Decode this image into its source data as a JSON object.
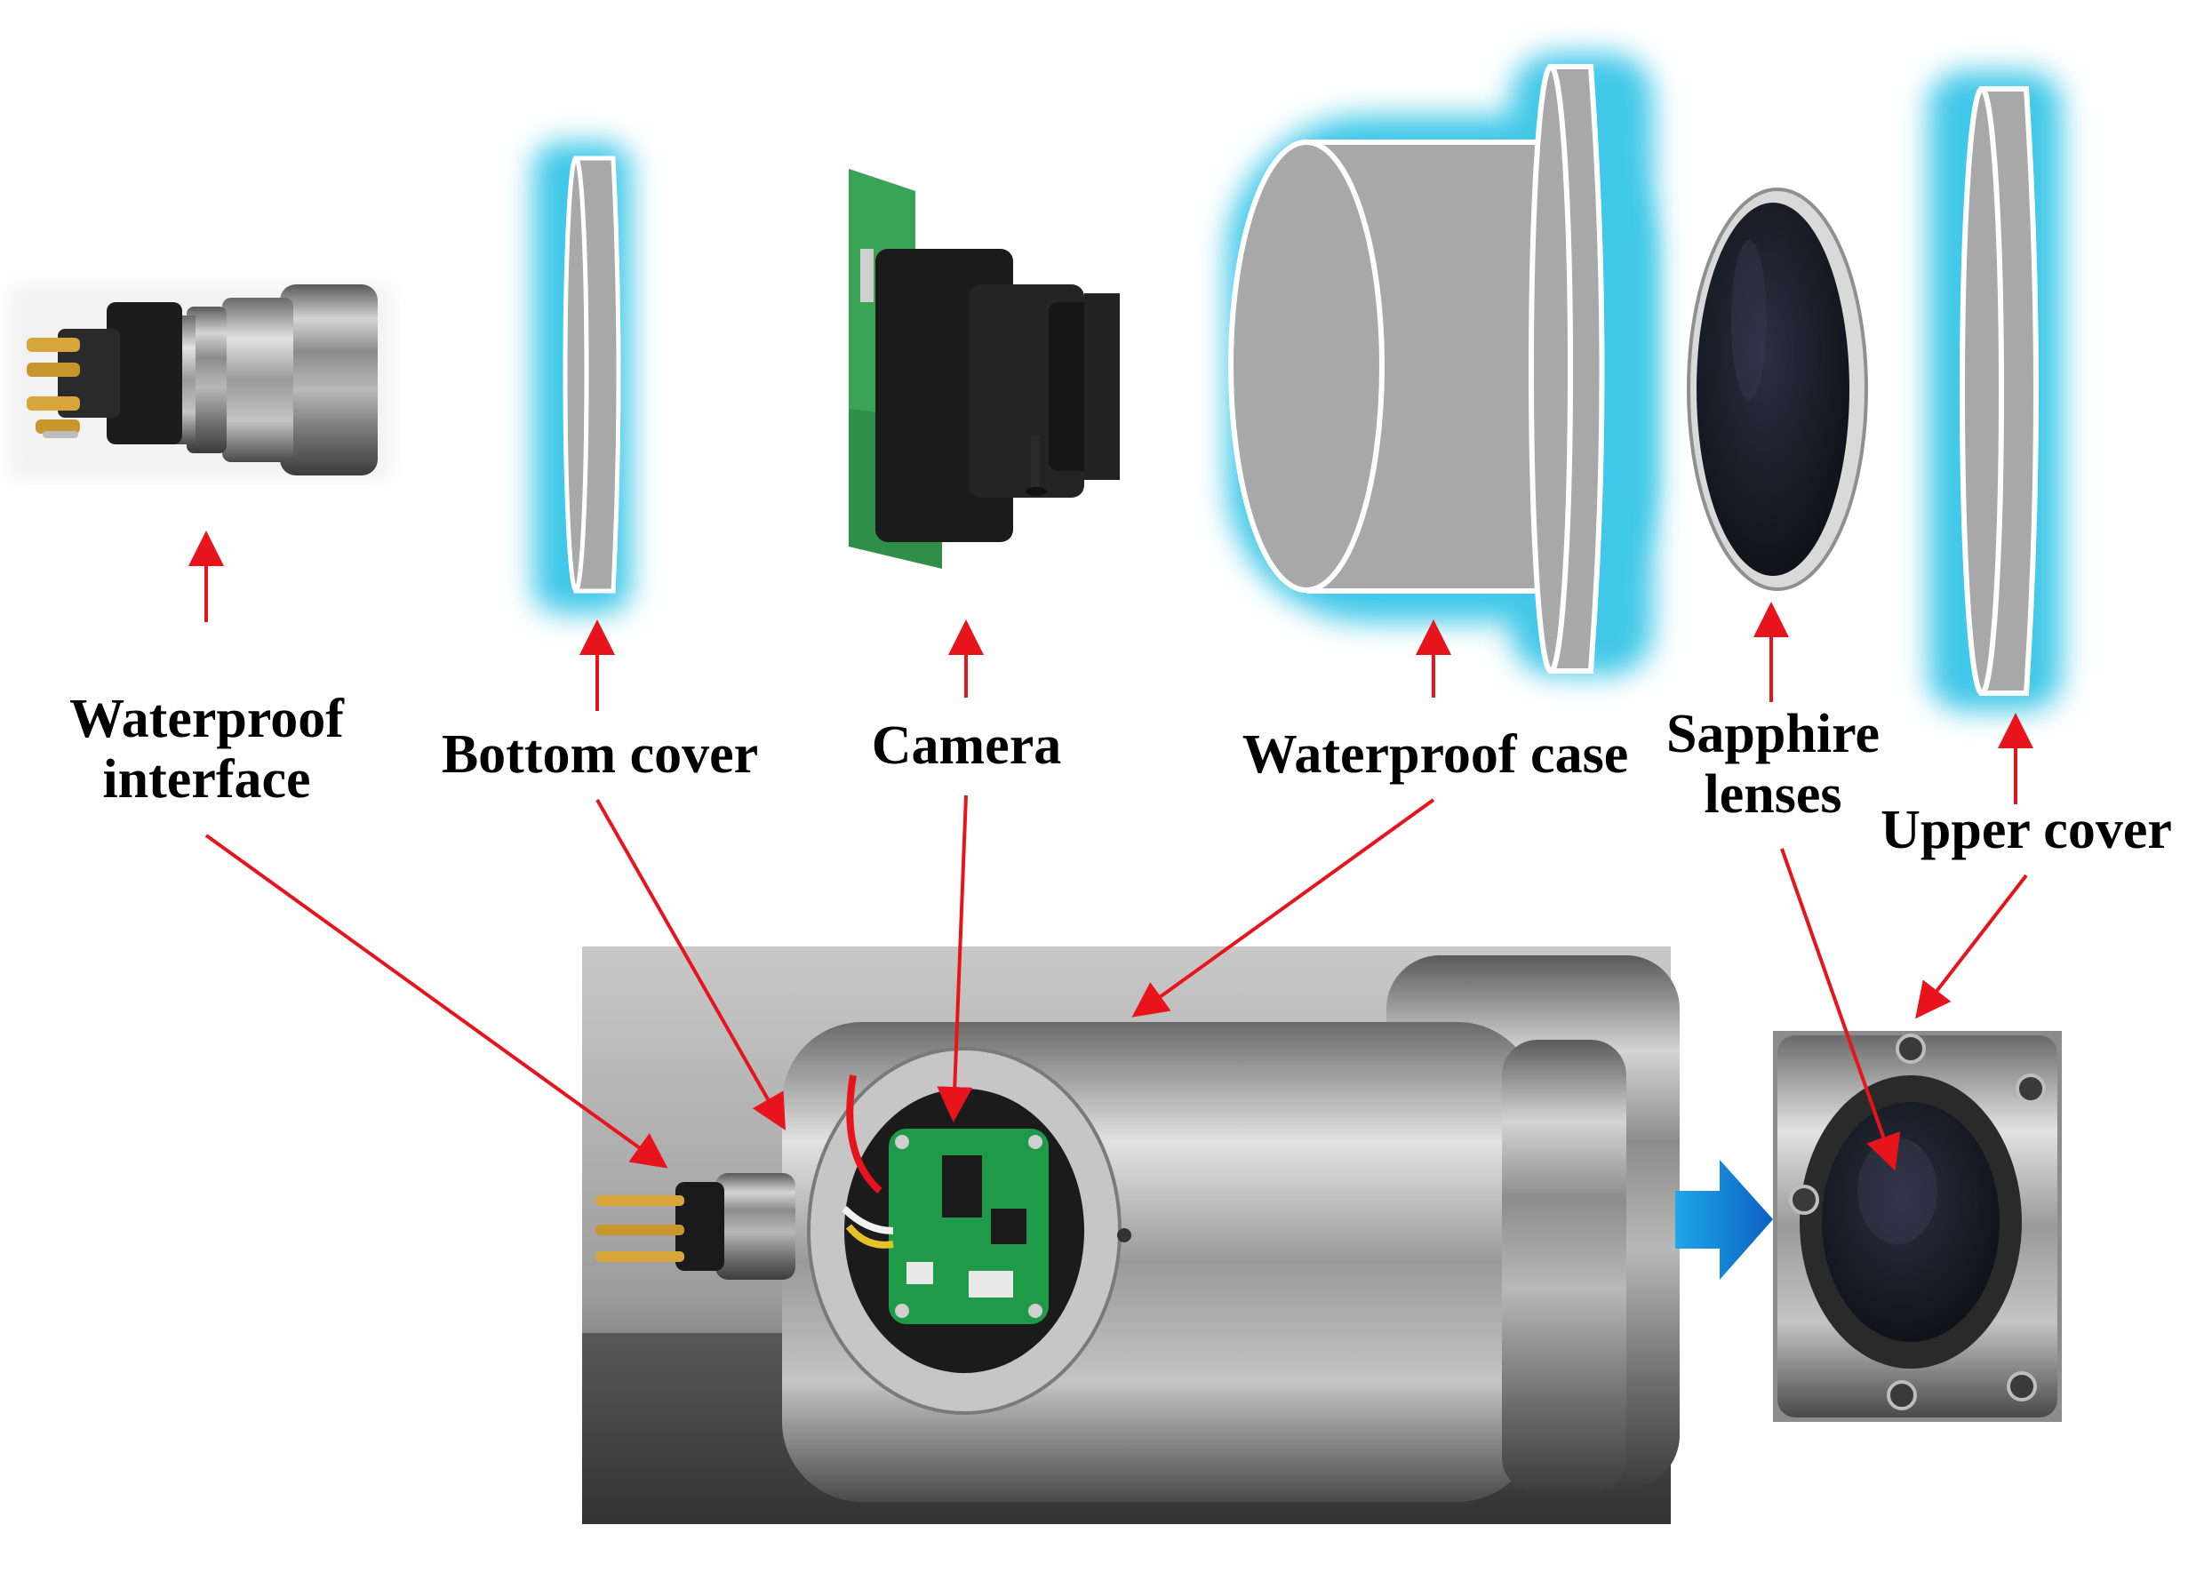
{
  "labels": {
    "waterproof_interface": [
      "Waterproof",
      "interface"
    ],
    "bottom_cover": "Bottom cover",
    "camera": "Camera",
    "waterproof_case": "Waterproof case",
    "sapphire_lenses": [
      "Sapphire",
      "lenses"
    ],
    "upper_cover": "Upper cover"
  },
  "colors": {
    "arrow": "#e8141c",
    "glow": "#3fc8e8",
    "part_fill": "#a8a8a8",
    "part_stroke": "#ffffff",
    "flow_arrow": "#1ea7e6",
    "pcb_green": "#1e9a48",
    "steel": "#9a9a9a"
  },
  "icons": {
    "flow": "right-arrow-icon"
  }
}
